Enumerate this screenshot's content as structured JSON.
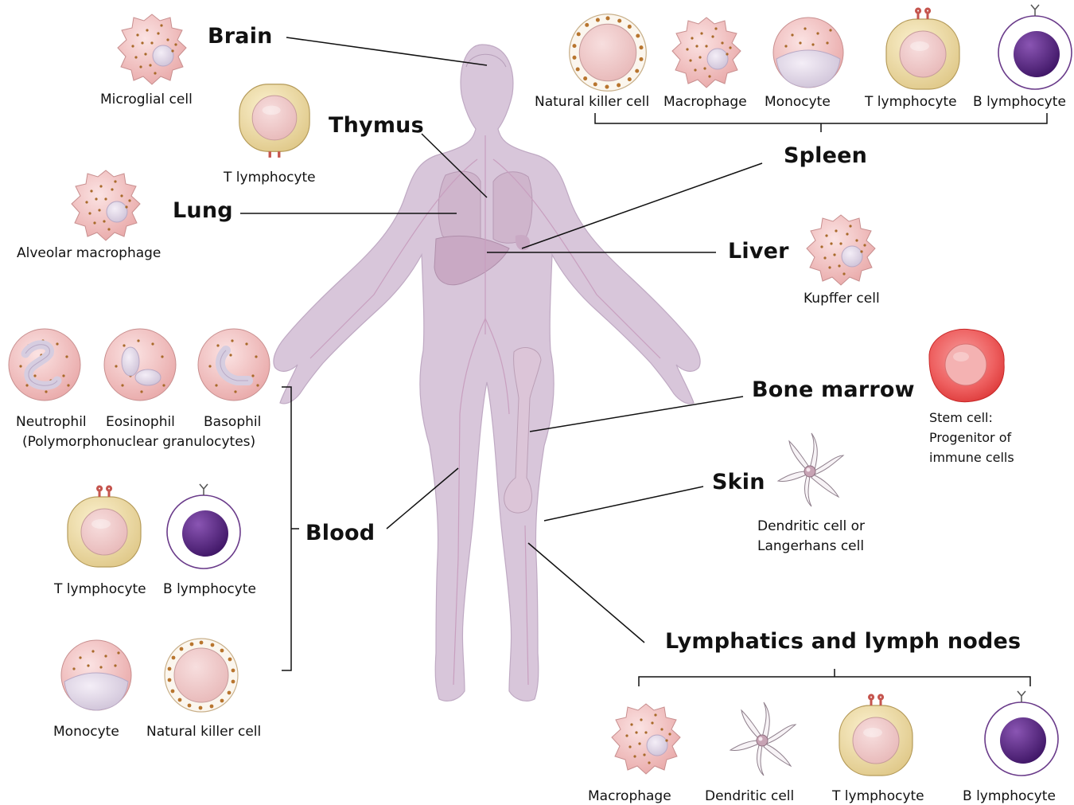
{
  "organs": {
    "brain": "Brain",
    "thymus": "Thymus",
    "lung": "Lung",
    "spleen": "Spleen",
    "liver": "Liver",
    "bone_marrow": "Bone marrow",
    "skin": "Skin",
    "blood": "Blood",
    "lymph": "Lymphatics and lymph nodes"
  },
  "cells": {
    "microglial": "Microglial cell",
    "thymus_t": "T lymphocyte",
    "alveolar": "Alveolar macrophage",
    "spleen_nk": "Natural killer cell",
    "spleen_macrophage": "Macrophage",
    "spleen_monocyte": "Monocyte",
    "spleen_t": "T lymphocyte",
    "spleen_b": "B lymphocyte",
    "kupffer": "Kupffer cell",
    "neutrophil": "Neutrophil",
    "eosinophil": "Eosinophil",
    "basophil": "Basophil",
    "granulocytes": "(Polymorphonuclear granulocytes)",
    "blood_t": "T lymphocyte",
    "blood_b": "B lymphocyte",
    "blood_monocyte": "Monocyte",
    "blood_nk": "Natural killer cell",
    "stem_line1": "Stem cell:",
    "stem_line2": "Progenitor of",
    "stem_line3": "immune cells",
    "dendritic_line1": "Dendritic cell or",
    "dendritic_line2": "Langerhans cell",
    "lymph_macrophage": "Macrophage",
    "lymph_dendritic": "Dendritic cell",
    "lymph_t": "T lymphocyte",
    "lymph_b": "B lymphocyte"
  },
  "colors": {
    "body": "#d6c2d8",
    "macrophage": "#f2c4c4",
    "t_cell": "#f1e3b0",
    "b_cell": "#5e2d86",
    "stem_cell": "#ee4a4a",
    "cytoplasm": "#f6d6d6"
  }
}
